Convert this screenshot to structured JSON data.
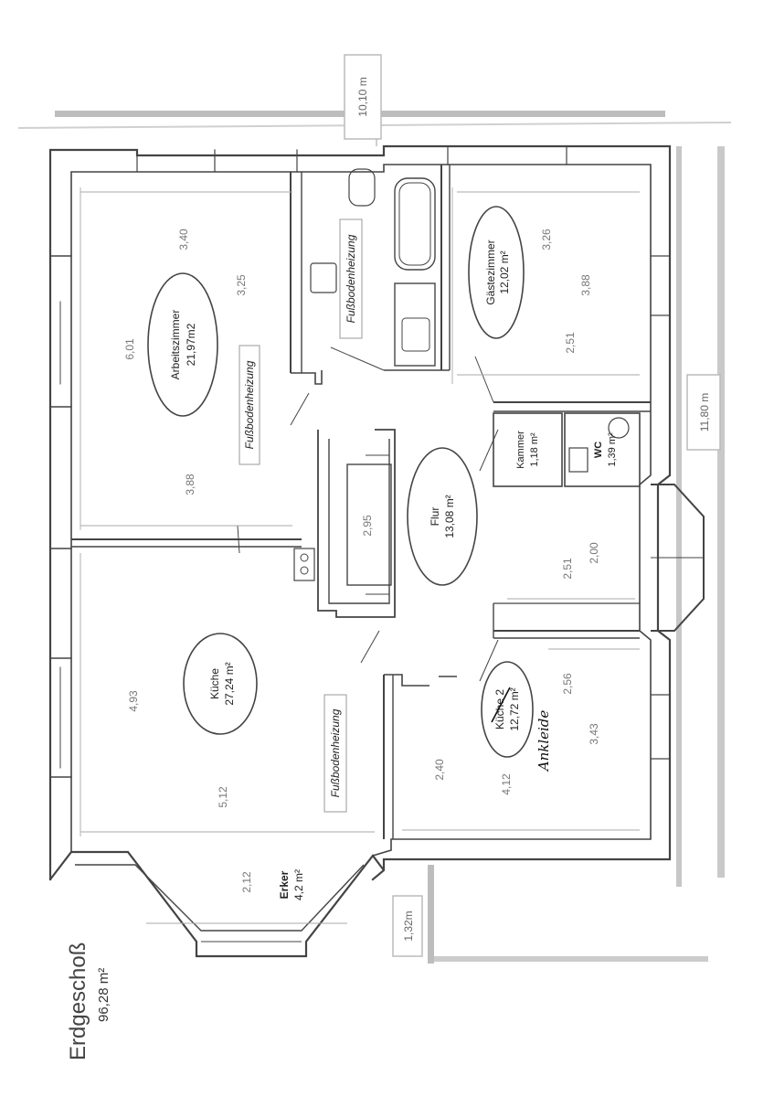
{
  "plan": {
    "title": "Erdgeschoß",
    "total_area": "96,28 m²",
    "rooms": {
      "arbeitszimmer": {
        "name": "Arbeitszimmer",
        "area": "21,97m2"
      },
      "gaestezimmer": {
        "name": "Gästezimmer",
        "area": "12,02 m²"
      },
      "kammer": {
        "name": "Kammer",
        "area": "1,18 m²"
      },
      "wc": {
        "name": "WC",
        "area": "1,39 m²"
      },
      "flur": {
        "name": "Flur",
        "area": "13,08 m²"
      },
      "kueche": {
        "name": "Küche",
        "area": "27,24 m²"
      },
      "kueche2": {
        "name": "Küche 2",
        "area": "12,72 m²",
        "handwritten": "Ankleide"
      },
      "erker": {
        "name": "Erker",
        "area": "4,2 m²"
      }
    },
    "notes": {
      "fb1": "Fußbodenheizung",
      "fb2": "Fußbodenheizung",
      "fb3": "Fußbodenheizung"
    },
    "dimensions": {
      "d340": "3,40",
      "d325": "3,25",
      "d601": "6,01",
      "d388a": "3,88",
      "d326": "3,26",
      "d388b": "3,88",
      "d251a": "2,51",
      "d295": "2,95",
      "d251b": "2,51",
      "d200": "2,00",
      "d256": "2,56",
      "d343": "3,43",
      "d412": "4,12",
      "d240": "2,40",
      "d493": "4,93",
      "d512": "5,12",
      "d212": "2,12"
    },
    "exterior": {
      "top": "10,10 m",
      "right": "11,80 m",
      "bottom": "1,32m"
    }
  }
}
